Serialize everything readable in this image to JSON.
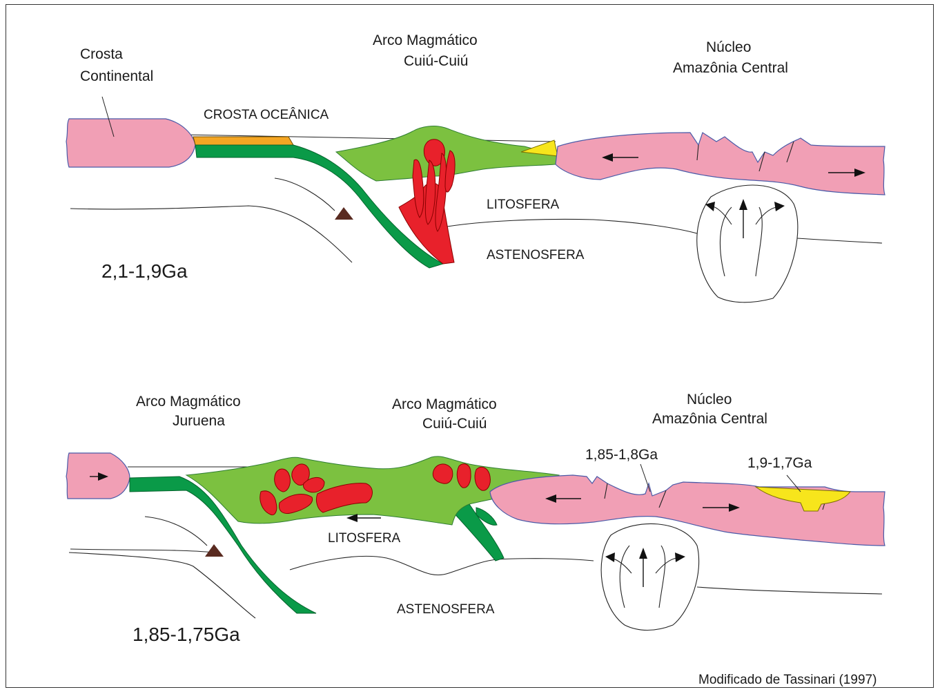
{
  "panel_top": {
    "label_crosta_continental_1": "Crosta",
    "label_crosta_continental_2": "Continental",
    "label_arco_1": "Arco Magmático",
    "label_arco_2": "Cuiú-Cuiú",
    "label_nucleo_1": "Núcleo",
    "label_nucleo_2": "Amazônia  Central",
    "label_crosta_oceanica": "CROSTA OCEÂNICA",
    "label_litosfera": "LITOSFERA",
    "label_astenosfera": "ASTENOSFERA",
    "age": "2,1-1,9Ga"
  },
  "panel_bottom": {
    "label_arco_juruena_1": "Arco Magmático",
    "label_arco_juruena_2": "Juruena",
    "label_arco_cuiu_1": "Arco Magmático",
    "label_arco_cuiu_2": "Cuiú-Cuiú",
    "label_nucleo_1": "Núcleo",
    "label_nucleo_2": "Amazônia  Central",
    "label_age_rift_1": "1,85-1,8Ga",
    "label_age_rift_2": "1,9-1,7Ga",
    "label_litosfera": "LITOSFERA",
    "label_astenosfera": "ASTENOSFERA",
    "age": "1,85-1,75Ga"
  },
  "credit": "Modificado de Tassinari (1997)",
  "colors": {
    "continental_crust": "#f19fb5",
    "magmatic_arc": "#7cc140",
    "oceanic_slab": "#0a9a48",
    "granitoids": "#e8212b",
    "oceanic_crust": "#f5a623",
    "sediments": "#f7e51c"
  }
}
